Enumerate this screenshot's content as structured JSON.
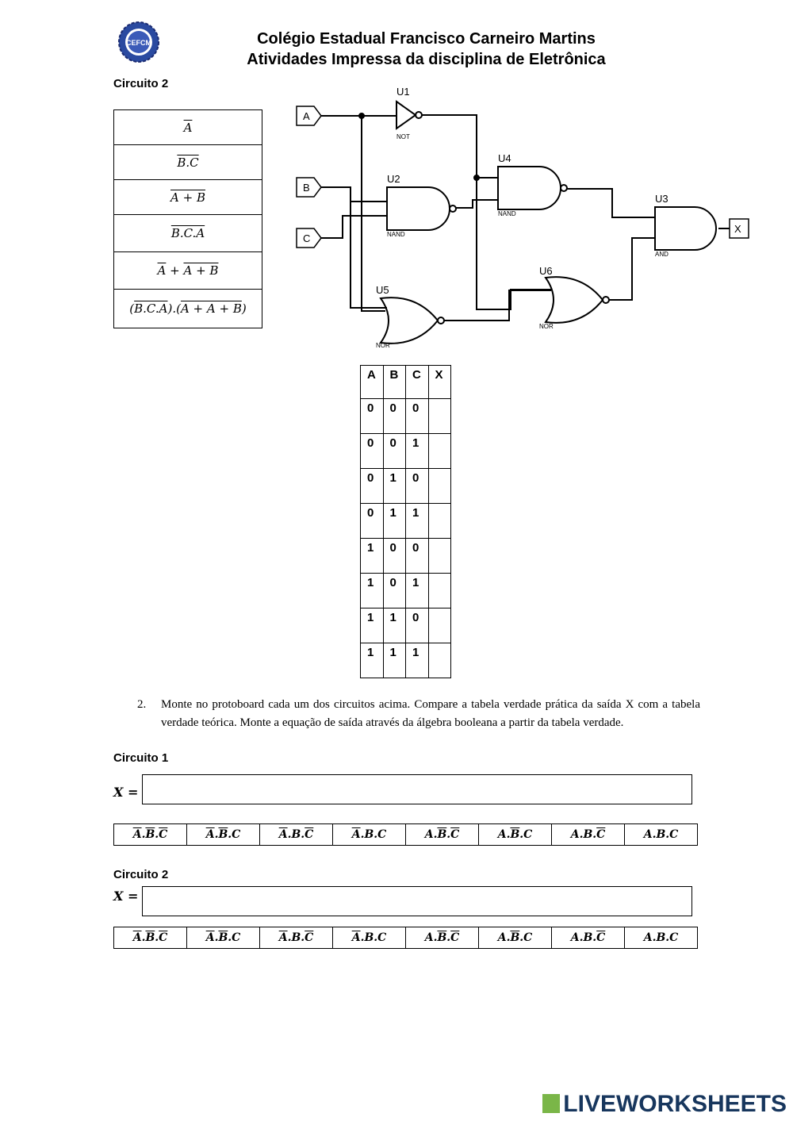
{
  "header": {
    "line1": "Colégio Estadual Francisco Carneiro Martins",
    "line2": "Atividades Impressa da disciplina de Eletrônica",
    "logo_text": "CEFCM"
  },
  "circuit2_title": "Circuito 2",
  "expressions": [
    {
      "parts": [
        {
          "t": "A",
          "o": true
        }
      ]
    },
    {
      "parts": [
        {
          "t": "B.C",
          "o": true
        }
      ]
    },
    {
      "parts": [
        {
          "t": "A + B",
          "o": true
        }
      ]
    },
    {
      "parts": [
        {
          "t": "B.C.A",
          "o": true
        }
      ]
    },
    {
      "parts": [
        {
          "t": "A",
          "o": true
        },
        {
          "t": " + ",
          "o": false
        },
        {
          "t": "A + B",
          "o": true
        }
      ]
    },
    {
      "parts": [
        {
          "t": "(",
          "o": false
        },
        {
          "t": "B.C.A",
          "o": true
        },
        {
          "t": ").(",
          "o": false
        },
        {
          "t": "A + A + B",
          "o": true
        },
        {
          "t": ")",
          "o": false
        }
      ]
    }
  ],
  "diagram": {
    "inputs": [
      "A",
      "B",
      "C"
    ],
    "output": "X",
    "gates": [
      {
        "id": "U1",
        "type": "NOT"
      },
      {
        "id": "U2",
        "type": "NAND"
      },
      {
        "id": "U4",
        "type": "NAND"
      },
      {
        "id": "U3",
        "type": "AND"
      },
      {
        "id": "U5",
        "type": "NOR"
      },
      {
        "id": "U6",
        "type": "NOR"
      }
    ]
  },
  "truth_table": {
    "headers": [
      "A",
      "B",
      "C",
      "X"
    ],
    "rows": [
      [
        "0",
        "0",
        "0",
        ""
      ],
      [
        "0",
        "0",
        "1",
        ""
      ],
      [
        "0",
        "1",
        "0",
        ""
      ],
      [
        "0",
        "1",
        "1",
        ""
      ],
      [
        "1",
        "0",
        "0",
        ""
      ],
      [
        "1",
        "0",
        "1",
        ""
      ],
      [
        "1",
        "1",
        "0",
        ""
      ],
      [
        "1",
        "1",
        "1",
        ""
      ]
    ]
  },
  "question": {
    "number": "2.",
    "text": "Monte no protoboard cada um dos circuitos acima. Compare a tabela verdade prática da saída X com a tabela verdade teórica. Monte a equação de saída através da álgebra booleana a partir da tabela verdade."
  },
  "circuit1_label": "Circuito 1",
  "circuit2_label": "Circuito 2",
  "x_label": "X =",
  "minterms": [
    [
      {
        "v": "A",
        "n": true
      },
      {
        "v": "B",
        "n": true
      },
      {
        "v": "C",
        "n": true
      }
    ],
    [
      {
        "v": "A",
        "n": true
      },
      {
        "v": "B",
        "n": true
      },
      {
        "v": "C",
        "n": false
      }
    ],
    [
      {
        "v": "A",
        "n": true
      },
      {
        "v": "B",
        "n": false
      },
      {
        "v": "C",
        "n": true
      }
    ],
    [
      {
        "v": "A",
        "n": true
      },
      {
        "v": "B",
        "n": false
      },
      {
        "v": "C",
        "n": false
      }
    ],
    [
      {
        "v": "A",
        "n": false
      },
      {
        "v": "B",
        "n": true
      },
      {
        "v": "C",
        "n": true
      }
    ],
    [
      {
        "v": "A",
        "n": false
      },
      {
        "v": "B",
        "n": true
      },
      {
        "v": "C",
        "n": false
      }
    ],
    [
      {
        "v": "A",
        "n": false
      },
      {
        "v": "B",
        "n": false
      },
      {
        "v": "C",
        "n": true
      }
    ],
    [
      {
        "v": "A",
        "n": false
      },
      {
        "v": "B",
        "n": false
      },
      {
        "v": "C",
        "n": false
      }
    ]
  ],
  "footer": "LIVEWORKSHEETS"
}
